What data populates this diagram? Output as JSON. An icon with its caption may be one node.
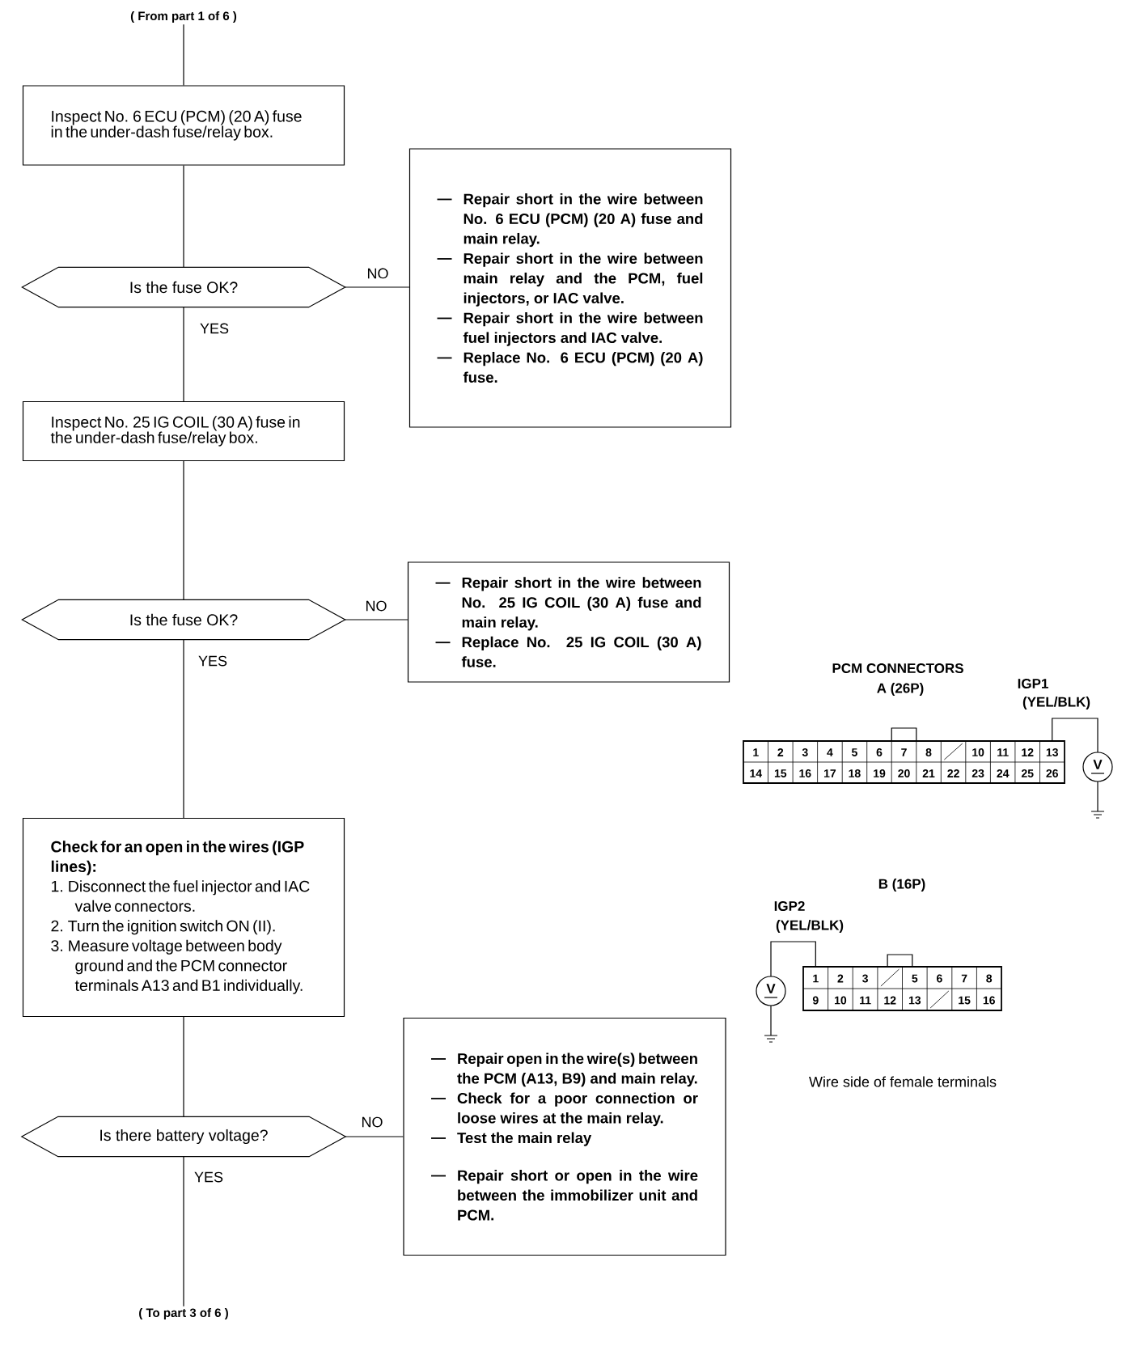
{
  "diagram": {
    "nodes": [
      {
        "text": [
          "( From part 1 of 6 )"
        ]
      },
      {
        "text": [
          "Inspect No. 6 ECU (PCM) (20 A) fuse in the under-dash fuse/relay box."
        ]
      },
      {
        "text": [
          "Is the fuse OK?"
        ]
      },
      {
        "text": [
          "Repair short in the wire between No. 6 ECU (PCM) (20 A) fuse and main relay.",
          "Repair short in the wire between main relay and the PCM, fuel injectors, or IAC valve.",
          "Repair short in the wire between fuel injectors and IAC valve.",
          "Replace No. 6 ECU (PCM) (20 A) fuse."
        ]
      },
      {
        "text": [
          "Inspect No. 25 IG COIL (30 A) fuse in the under-dash fuse/relay box."
        ]
      },
      {
        "text": [
          "Is the fuse OK?"
        ]
      },
      {
        "text": [
          "Repair short in the wire between No. 25 IG COIL (30 A) fuse and main relay.",
          "Replace No. 25 IG COIL (30 A) fuse."
        ]
      },
      {
        "text": [
          "Check for an open in the wires (IGP lines):",
          "1. Disconnect the fuel injector and IAC valve connectors.",
          "2. Turn the ignition switch ON (II).",
          "3. Measure voltage between body ground and the PCM connector terminals A13 and B1 individually."
        ]
      },
      {
        "text": [
          "Is there battery voltage?"
        ]
      },
      {
        "text": [
          "Repair open in the wire(s) between the PCM (A13, B9) and main relay.",
          "Check for a poor connection or loose wires at the main relay.",
          "Test the main relay",
          "Repair short or open in the wire between the immobilizer unit and PCM."
        ]
      },
      {
        "text": [
          "( To part 3 of 6 )"
        ]
      }
    ],
    "edges": [
      {
        "from": 0,
        "to": 1,
        "arrow": "none"
      },
      {
        "from": 1,
        "to": 2,
        "arrow": "none"
      },
      {
        "from": 2,
        "to": 3,
        "arrow": "none",
        "label": "NO"
      },
      {
        "from": 2,
        "to": 4,
        "arrow": "none",
        "label": "YES"
      },
      {
        "from": 4,
        "to": 5,
        "arrow": "none"
      },
      {
        "from": 5,
        "to": 6,
        "arrow": "none",
        "label": "NO"
      },
      {
        "from": 5,
        "to": 7,
        "arrow": "none",
        "label": "YES"
      },
      {
        "from": 7,
        "to": 8,
        "arrow": "none"
      },
      {
        "from": 8,
        "to": 9,
        "arrow": "none",
        "label": "NO"
      },
      {
        "from": 8,
        "to": 10,
        "arrow": "none",
        "label": "YES"
      }
    ],
    "labels": [
      "PCM CONNECTORS",
      "A (26P)",
      "IGP1",
      "(YEL/BLK)",
      "1",
      "2",
      "3",
      "4",
      "5",
      "6",
      "7",
      "8",
      "10",
      "11",
      "12",
      "13",
      "14",
      "15",
      "16",
      "17",
      "18",
      "19",
      "20",
      "21",
      "22",
      "23",
      "24",
      "25",
      "26",
      "V",
      "B (16P)",
      "IGP2",
      "(YEL/BLK)",
      "1",
      "2",
      "3",
      "5",
      "6",
      "7",
      "8",
      "9",
      "10",
      "11",
      "12",
      "13",
      "15",
      "16",
      "V",
      "Wire side of female terminals"
    ]
  }
}
